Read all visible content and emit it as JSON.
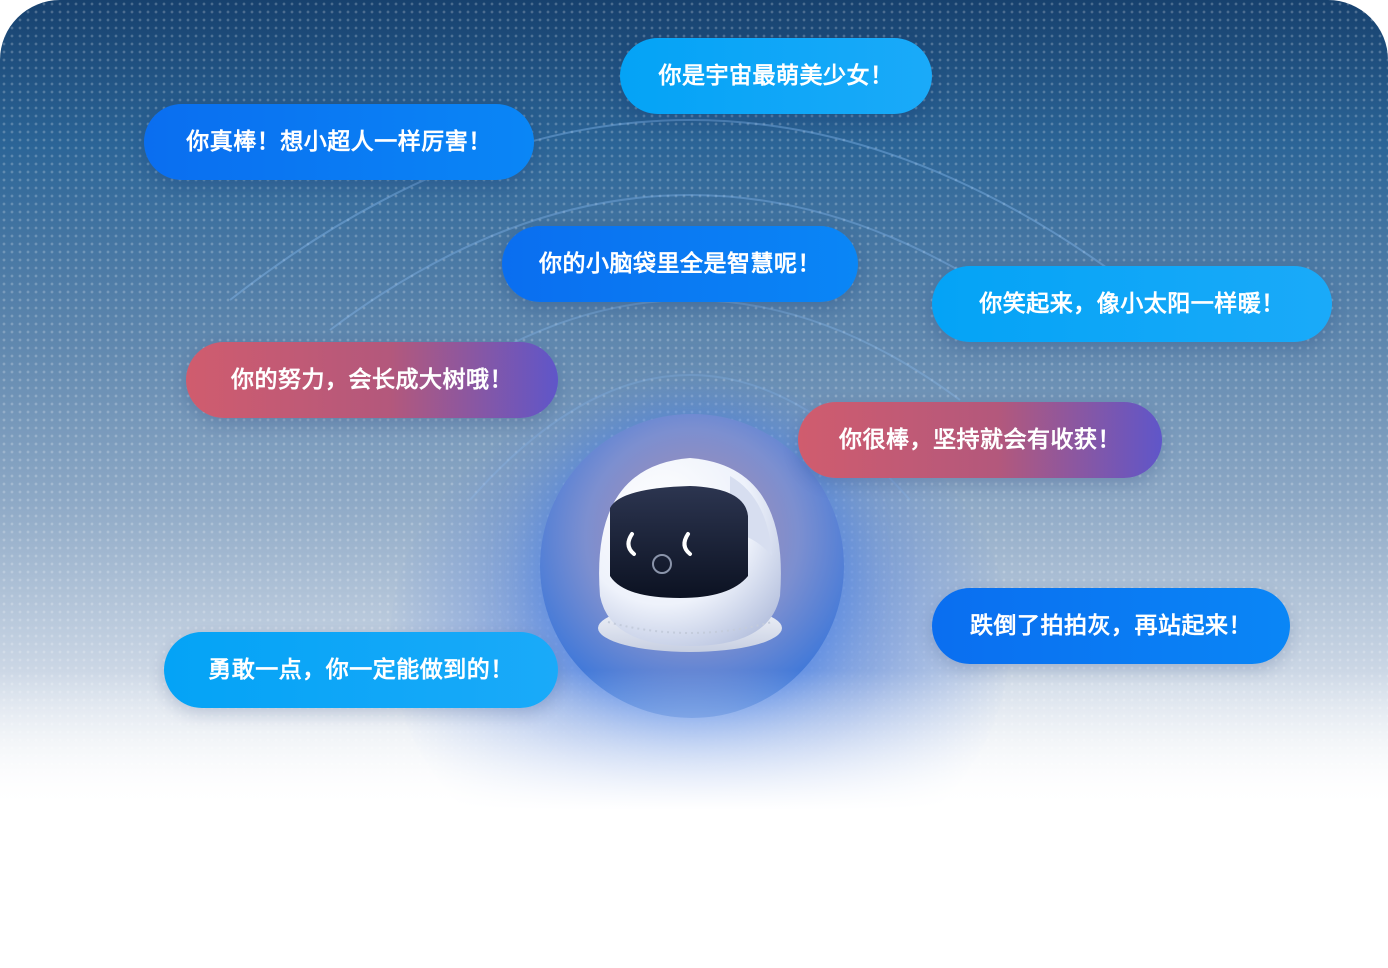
{
  "bubbles": [
    {
      "text": "你是宇宙最萌美少女！"
    },
    {
      "text": "你真棒！想小超人一样厉害！"
    },
    {
      "text": "你的小脑袋里全是智慧呢！"
    },
    {
      "text": "你笑起来，像小太阳一样暖！"
    },
    {
      "text": "你的努力，会长成大树哦！"
    },
    {
      "text": "你很棒，坚持就会有收获！"
    },
    {
      "text": "跌倒了拍拍灰，再站起来！"
    },
    {
      "text": "勇敢一点，你一定能做到的！"
    }
  ],
  "colors": {
    "bubble_blue": "#0a6ef0",
    "bubble_cyan": "#04a3f6",
    "bubble_red": "#d05c6e",
    "bubble_purple": "#5f56c9"
  },
  "icons": [
    "robot-icon"
  ]
}
